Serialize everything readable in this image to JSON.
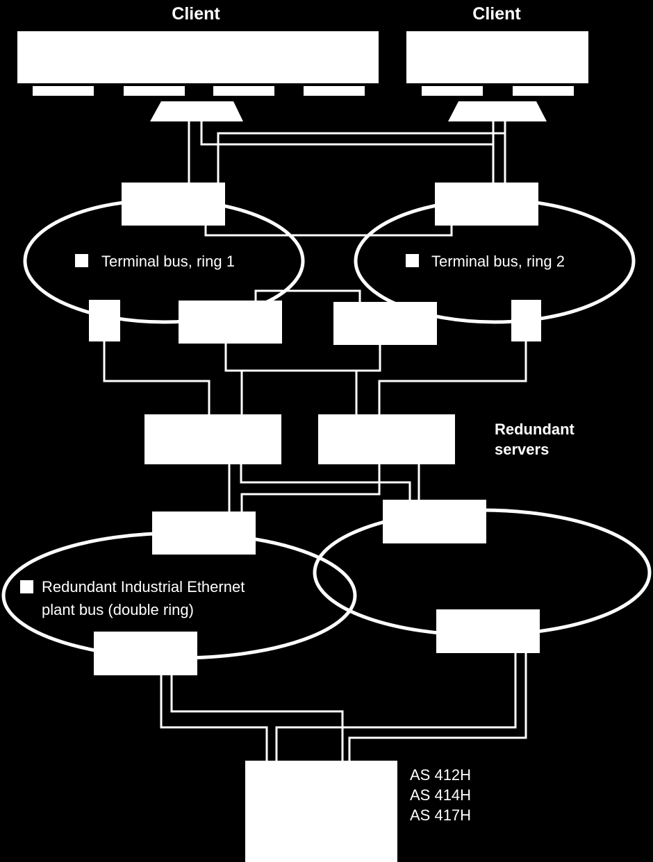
{
  "clients": [
    {
      "label": "Client"
    },
    {
      "label": "Client"
    }
  ],
  "rings": {
    "terminal_ring_1": "Terminal bus, ring 1",
    "terminal_ring_2": "Terminal bus, ring 2",
    "plant_bus_line1": "Redundant Industrial Ethernet",
    "plant_bus_line2": "plant bus (double ring)"
  },
  "servers": {
    "label_line1": "Redundant",
    "label_line2": "servers"
  },
  "automation_system": {
    "models": [
      "AS 412H",
      "AS 414H",
      "AS 417H"
    ]
  },
  "colors": {
    "background": "#000000",
    "foreground": "#ffffff"
  }
}
